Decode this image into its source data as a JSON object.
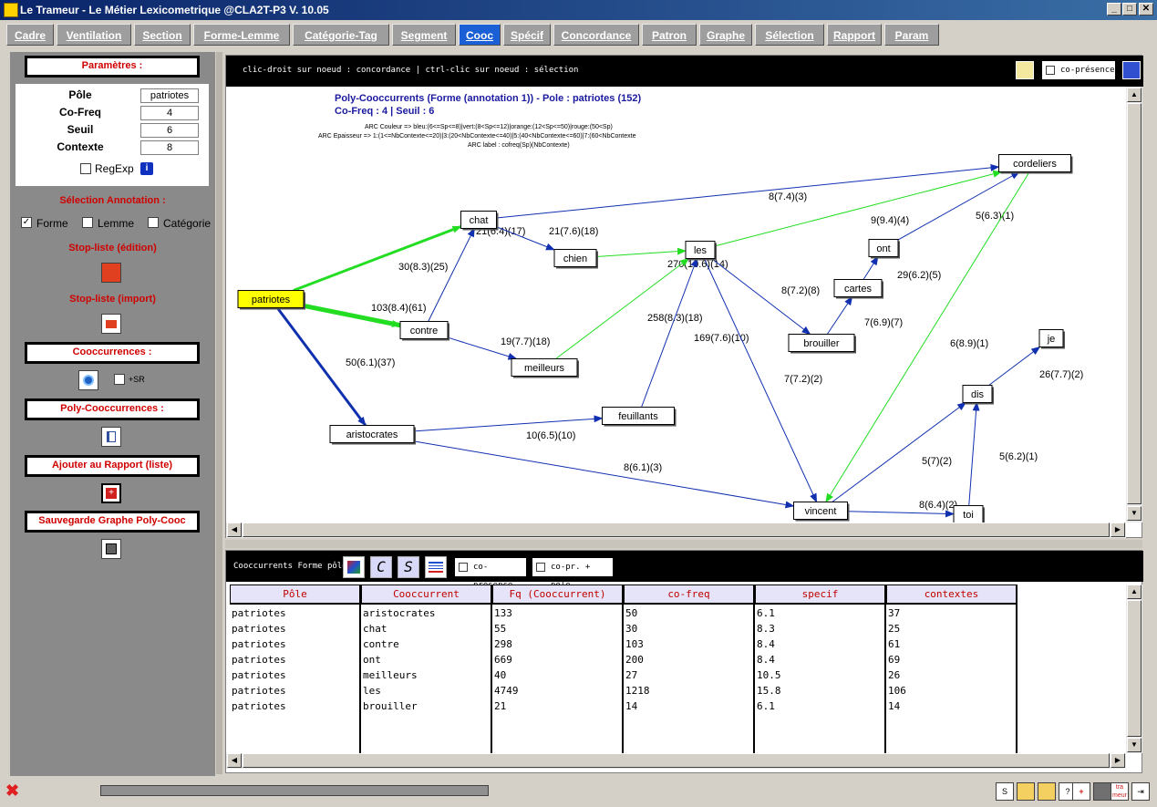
{
  "window": {
    "title": "Le Trameur - Le Métier Lexicometrique @CLA2T-P3 V. 10.05"
  },
  "tabs": [
    "Cadre",
    "Ventilation",
    "Section",
    "Forme-Lemme",
    "Catégorie-Tag",
    "Segment",
    "Cooc",
    "Spécif",
    "Concordance",
    "Patron",
    "Graphe",
    "Sélection",
    "Rapport",
    "Param"
  ],
  "active_tab": "Cooc",
  "left": {
    "params_title": "Paramètres :",
    "pole_label": "Pôle",
    "pole_value": "patriotes",
    "cofreq_label": "Co-Freq",
    "cofreq_value": "4",
    "seuil_label": "Seuil",
    "seuil_value": "6",
    "contexte_label": "Contexte",
    "contexte_value": "8",
    "regexp_label": "RegExp",
    "selection_title": "Sélection Annotation :",
    "forme_label": "Forme",
    "lemme_label": "Lemme",
    "categorie_label": "Catégorie",
    "stoplist_edit": "Stop-liste (édition)",
    "stoplist_import": "Stop-liste (import)",
    "cooc_title": "Cooccurrences :",
    "sr_label": "+SR",
    "polycooc_title": "Poly-Cooccurrences :",
    "ajouter_title": "Ajouter au Rapport (liste)",
    "sauvegarde_title": "Sauvegarde Graphe Poly-Cooc"
  },
  "graph": {
    "hint": "clic-droit sur noeud : concordance | ctrl-clic sur noeud : sélection",
    "copresence_label": "co-présence",
    "title": "Poly-Cooccurrents (Forme (annotation 1)) - Pole : patriotes (152)",
    "subtitle": "Co-Freq : 4 | Seuil : 6",
    "legend1": "ARC Couleur => bleu:(6<=Sp<=8)|vert:(8<Sp<=12)|orange:(12<Sp<=50)|rouge:(50<Sp)",
    "legend2": "ARC Epaisseur => 1:(1<=NbContexte<=20)|3:(20<NbContexte<=40)|5:(40<NbContexte<=60)|7:(60<NbContexte",
    "legend3": "ARC label : cofreq(Sp)(NbContexte)",
    "colors": {
      "blue": "#1030b0",
      "green": "#22dd22"
    },
    "nodes": [
      {
        "id": "patriotes",
        "label": "patriotes",
        "highlight": true
      },
      {
        "id": "chat",
        "label": "chat"
      },
      {
        "id": "contre",
        "label": "contre"
      },
      {
        "id": "aristocrates",
        "label": "aristocrates"
      },
      {
        "id": "chien",
        "label": "chien"
      },
      {
        "id": "meilleurs",
        "label": "meilleurs"
      },
      {
        "id": "feuillants",
        "label": "feuillants"
      },
      {
        "id": "les",
        "label": "les"
      },
      {
        "id": "brouiller",
        "label": "brouiller"
      },
      {
        "id": "cartes",
        "label": "cartes"
      },
      {
        "id": "ont",
        "label": "ont"
      },
      {
        "id": "cordeliers",
        "label": "cordeliers"
      },
      {
        "id": "je",
        "label": "je"
      },
      {
        "id": "dis",
        "label": "dis"
      },
      {
        "id": "vincent",
        "label": "vincent"
      },
      {
        "id": "toi",
        "label": "toi"
      }
    ],
    "edges": [
      {
        "from": "patriotes",
        "to": "chat",
        "label": "30(8.3)(25)",
        "color": "green",
        "weight": 3
      },
      {
        "from": "patriotes",
        "to": "contre",
        "label": "103(8.4)(61)",
        "color": "green",
        "weight": 7
      },
      {
        "from": "patriotes",
        "to": "aristocrates",
        "label": "50(6.1)(37)",
        "color": "blue",
        "weight": 3
      },
      {
        "from": "contre",
        "to": "chat",
        "label": "21(6.4)(17)",
        "color": "blue",
        "weight": 1
      },
      {
        "from": "chat",
        "to": "chien",
        "label": "21(7.6)(18)",
        "color": "blue",
        "weight": 1
      },
      {
        "from": "chat",
        "to": "cordeliers",
        "label": "8(7.4)(3)",
        "color": "blue",
        "weight": 1
      },
      {
        "from": "chien",
        "to": "les",
        "label": "270(10.6)(14)",
        "color": "green",
        "weight": 1
      },
      {
        "from": "contre",
        "to": "meilleurs",
        "label": "19(7.7)(18)",
        "color": "blue",
        "weight": 1
      },
      {
        "from": "meilleurs",
        "to": "les",
        "label": "258(8.3)(18)",
        "color": "green",
        "weight": 1
      },
      {
        "from": "aristocrates",
        "to": "feuillants",
        "label": "10(6.5)(10)",
        "color": "blue",
        "weight": 1
      },
      {
        "from": "feuillants",
        "to": "les",
        "label": "169(7.6)(10)",
        "color": "blue",
        "weight": 1
      },
      {
        "from": "aristocrates",
        "to": "vincent",
        "label": "8(6.1)(3)",
        "color": "blue",
        "weight": 1
      },
      {
        "from": "les",
        "to": "cordeliers",
        "label": "9(9.4)(4)",
        "color": "green",
        "weight": 1
      },
      {
        "from": "les",
        "to": "brouiller",
        "label": "8(7.2)(8)",
        "color": "blue",
        "weight": 1
      },
      {
        "from": "les",
        "to": "vincent",
        "label": "7(7.2)(2)",
        "color": "blue",
        "weight": 1
      },
      {
        "from": "brouiller",
        "to": "cartes",
        "label": "7(6.9)(7)",
        "color": "blue",
        "weight": 1
      },
      {
        "from": "cartes",
        "to": "ont",
        "label": "29(6.2)(5)",
        "color": "blue",
        "weight": 1
      },
      {
        "from": "ont",
        "to": "cordeliers",
        "label": "5(6.3)(1)",
        "color": "blue",
        "weight": 1
      },
      {
        "from": "cordeliers",
        "to": "vincent",
        "label": "6(8.9)(1)",
        "color": "green",
        "weight": 1
      },
      {
        "from": "vincent",
        "to": "dis",
        "label": "5(7)(2)",
        "color": "blue",
        "weight": 1
      },
      {
        "from": "vincent",
        "to": "toi",
        "label": "8(6.4)(2)",
        "color": "blue",
        "weight": 1
      },
      {
        "from": "toi",
        "to": "dis",
        "label": "5(6.2)(1)",
        "color": "blue",
        "weight": 1
      },
      {
        "from": "dis",
        "to": "je",
        "label": "26(7.7)(2)",
        "color": "blue",
        "weight": 1
      }
    ]
  },
  "table": {
    "toolbar_label": "Cooccurrents Forme pôle",
    "copresence_label": "co-présence",
    "copr_pole_label": "co-pr. + pôle",
    "columns": [
      "Pôle",
      "Cooccurrent",
      "Fq (Cooccurrent)",
      "co-freq",
      "specif",
      "contextes"
    ],
    "rows": [
      [
        "patriotes",
        "aristocrates",
        "133",
        "50",
        "6.1",
        "37"
      ],
      [
        "patriotes",
        "chat",
        "55",
        "30",
        "8.3",
        "25"
      ],
      [
        "patriotes",
        "contre",
        "298",
        "103",
        "8.4",
        "61"
      ],
      [
        "patriotes",
        "ont",
        "669",
        "200",
        "8.4",
        "69"
      ],
      [
        "patriotes",
        "meilleurs",
        "40",
        "27",
        "10.5",
        "26"
      ],
      [
        "patriotes",
        "les",
        "4749",
        "1218",
        "15.8",
        "106"
      ],
      [
        "patriotes",
        "brouiller",
        "21",
        "14",
        "6.1",
        "14"
      ]
    ]
  }
}
